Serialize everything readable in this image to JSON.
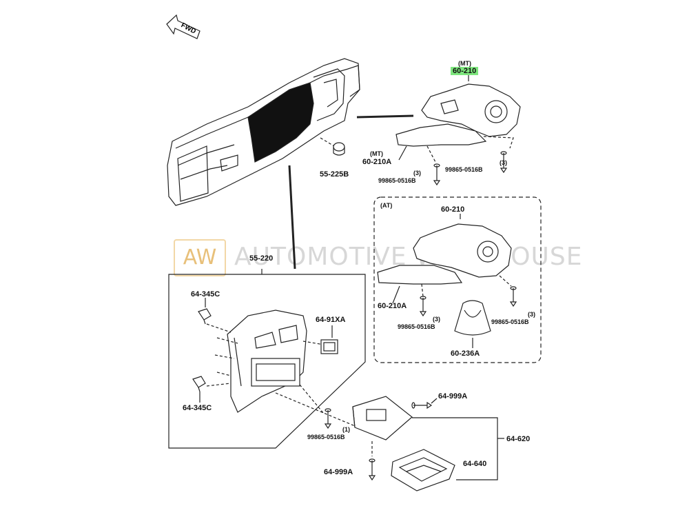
{
  "watermark": {
    "logo": "AW",
    "text": "AUTOMOTIVE WAREHOUSE"
  },
  "fwd": "FWD",
  "labels": {
    "mt_top_note": "(MT)",
    "p60_210_mt": "60-210",
    "mt_left_note": "(MT)",
    "p60_210A_mt": "60-210A",
    "qty_a": "(3)",
    "screw_a": "99865-0516B",
    "qty_b": "(3)",
    "screw_b": "99865-0516B",
    "p55_225B": "55-225B",
    "at_note": "(AT)",
    "p60_210_at": "60-210",
    "p60_210A_at": "60-210A",
    "qty_c": "(3)",
    "screw_c": "99865-0516B",
    "qty_d": "(3)",
    "screw_d": "99865-0516B",
    "p60_236A": "60-236A",
    "p55_220": "55-220",
    "p64_345C_top": "64-345C",
    "p64_91XA": "64-91XA",
    "p64_345C_bot": "64-345C",
    "p64_999A_right": "64-999A",
    "qty_e": "(1)",
    "screw_e": "99865-0516B",
    "p64_620": "64-620",
    "p64_999A_bot": "64-999A",
    "p64_640": "64-640"
  }
}
